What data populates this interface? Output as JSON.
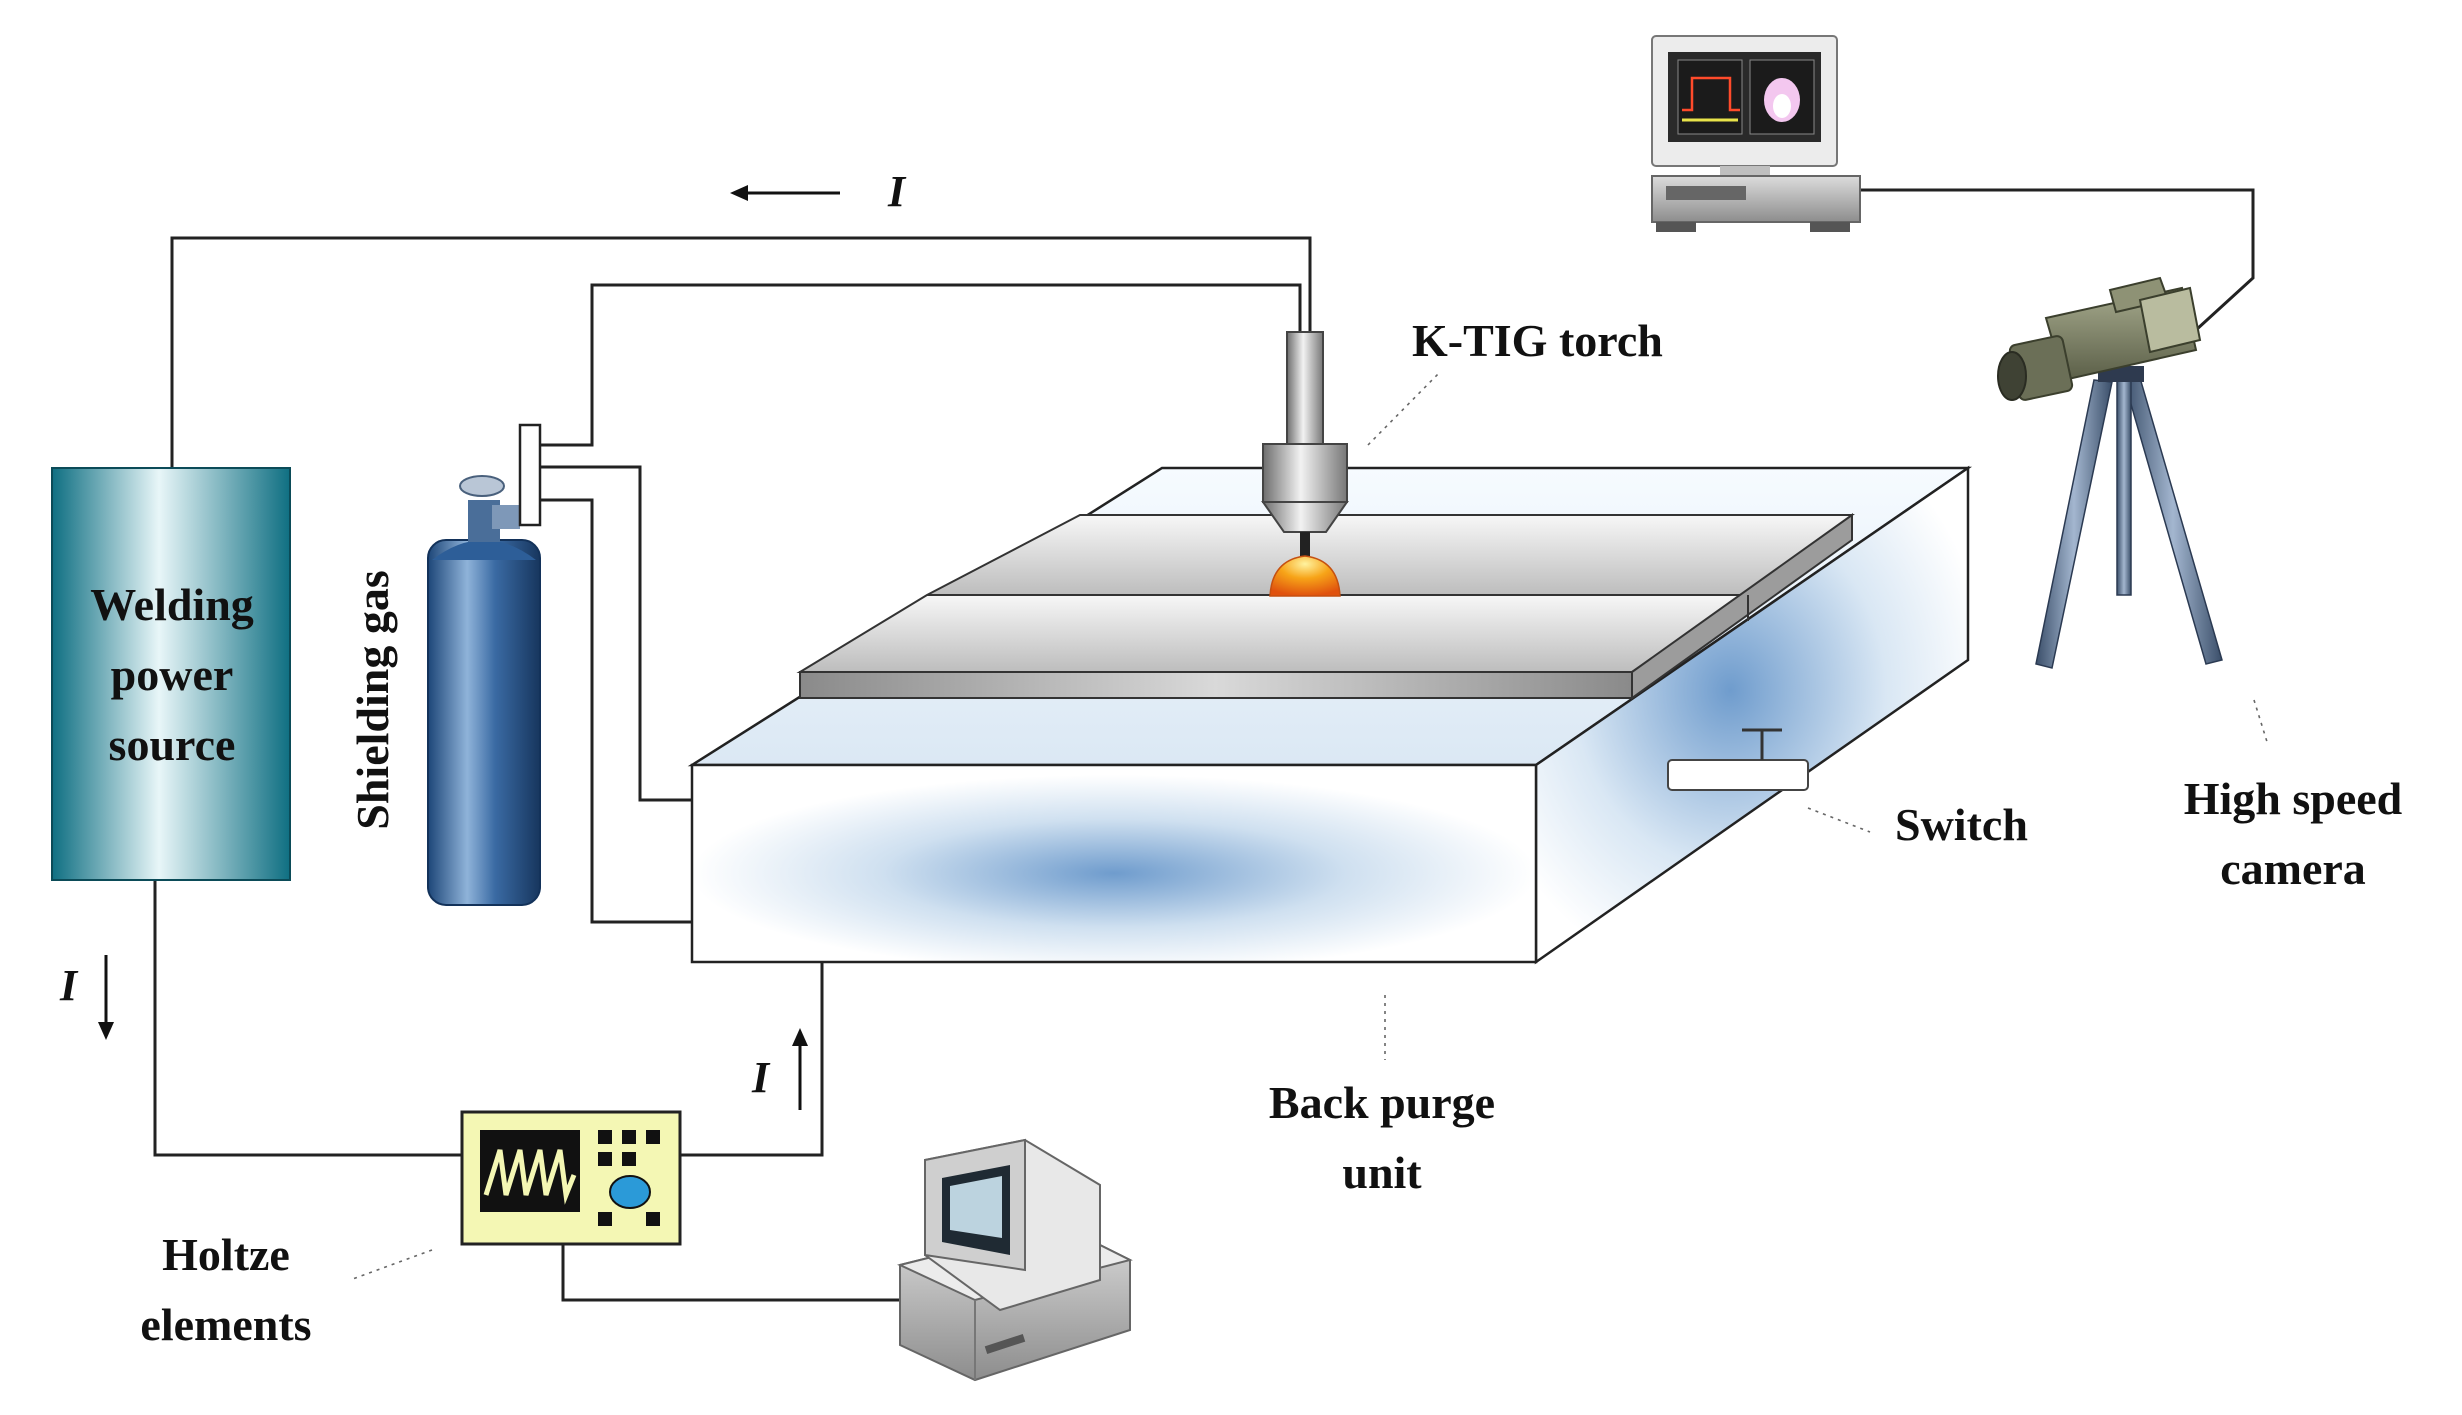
{
  "labels": {
    "power_source": [
      "Welding",
      "power",
      "source"
    ],
    "shielding_gas": "Shielding gas",
    "torch": "K-TIG torch",
    "switch": "Switch",
    "camera": [
      "High speed",
      "camera"
    ],
    "back_purge": [
      "Back purge",
      "unit"
    ],
    "holtze": [
      "Holtze",
      "elements"
    ],
    "current": "I"
  },
  "colors": {
    "power_source": "#1a8a9e",
    "gas_cylinder": "#2f5f95",
    "arc": "#f39a12",
    "purge_glow": "#5b8fc7",
    "daq_panel": "#f4f7b4"
  },
  "icons": {
    "computer_top": "monitor-with-waveform-icon",
    "computer_bottom": "desktop-computer-icon",
    "camera": "video-camera-tripod-icon",
    "daq": "oscilloscope-icon"
  }
}
